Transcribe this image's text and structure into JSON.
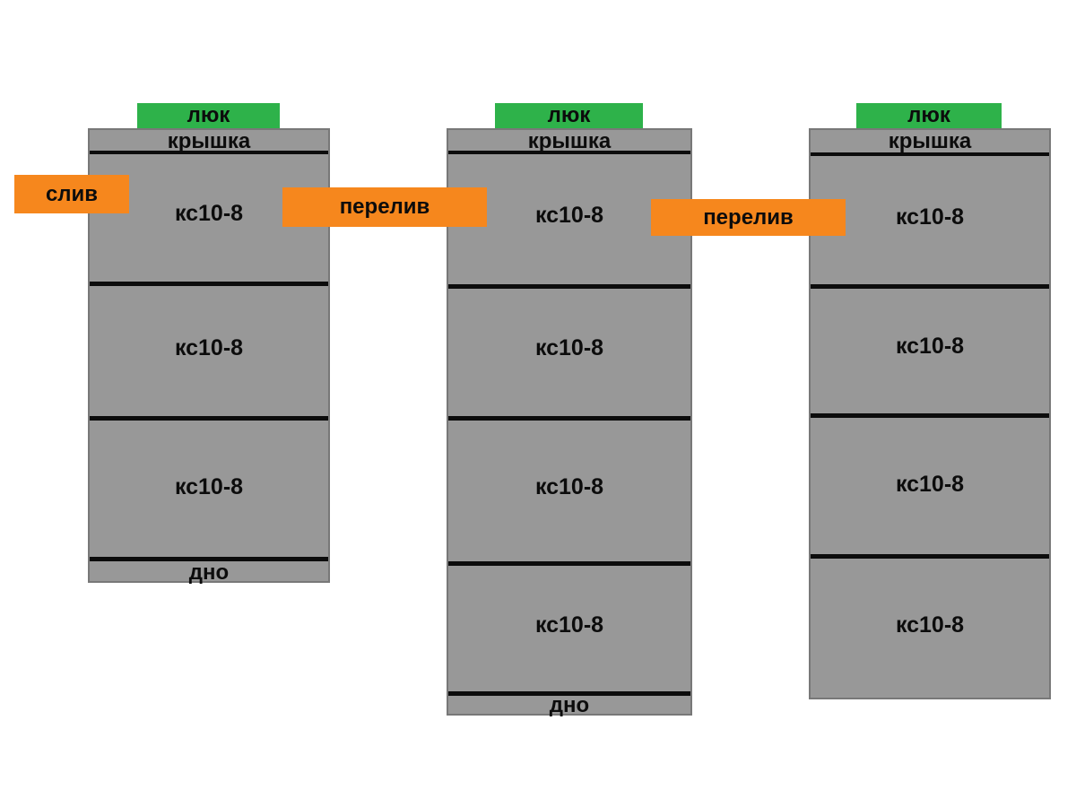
{
  "diagram": {
    "title_hint": "septic-tank-columns-scheme",
    "colors": {
      "page_bg": "#ffffff",
      "tank_fill": "#989898",
      "tank_border": "#787878",
      "hatch_green": "#2eb24a",
      "connector_orange": "#f6871d",
      "ink": "#0c0c0c"
    },
    "labels": {
      "hatch": "люк",
      "cover": "крышка",
      "bottom": "дно",
      "drain": "слив",
      "overflow": "перелив"
    },
    "tanks": [
      {
        "name": "tank-1",
        "hatch": "люк",
        "cover": "крышка",
        "sections": [
          "кс10-8",
          "кс10-8",
          "кс10-8"
        ],
        "bottom": "дно"
      },
      {
        "name": "tank-2",
        "hatch": "люк",
        "cover": "крышка",
        "sections": [
          "кс10-8",
          "кс10-8",
          "кс10-8",
          "кс10-8"
        ],
        "bottom": "дно"
      },
      {
        "name": "tank-3",
        "hatch": "люк",
        "cover": "крышка",
        "sections": [
          "кс10-8",
          "кс10-8",
          "кс10-8",
          "кс10-8"
        ],
        "bottom": ""
      }
    ],
    "connectors": [
      {
        "name": "drain",
        "label": "слив"
      },
      {
        "name": "overflow-1",
        "label": "перелив"
      },
      {
        "name": "overflow-2",
        "label": "перелив"
      }
    ]
  }
}
